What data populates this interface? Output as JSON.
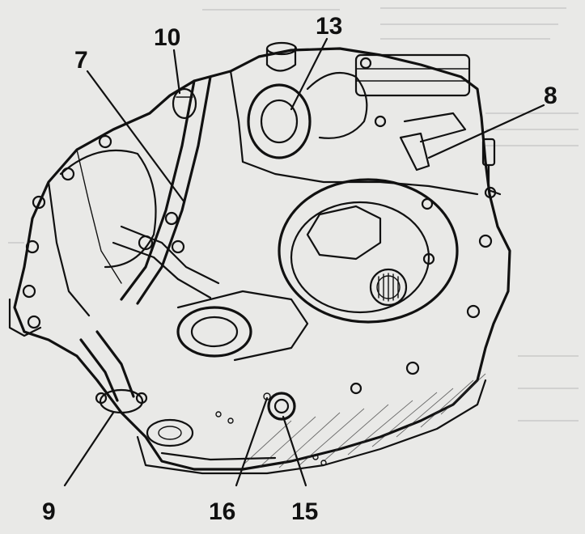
{
  "figure": {
    "background_color": "#e9e9e7",
    "ink_color": "#111111",
    "callouts": [
      {
        "id": "c10",
        "label": "10"
      },
      {
        "id": "c13",
        "label": "13"
      },
      {
        "id": "c7",
        "label": "7"
      },
      {
        "id": "c8",
        "label": "8"
      },
      {
        "id": "c9",
        "label": "9"
      },
      {
        "id": "c16",
        "label": "16"
      },
      {
        "id": "c15",
        "label": "15"
      }
    ]
  }
}
